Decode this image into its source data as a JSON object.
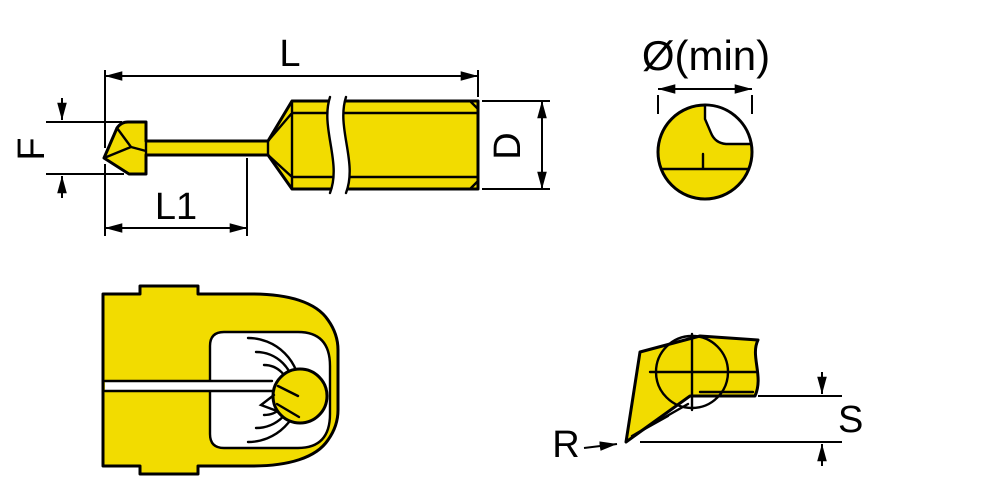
{
  "labels": {
    "overall_length": "L",
    "tip_height": "F",
    "reach_length": "L1",
    "shank_diameter": "D",
    "min_bore_diameter": "Ø(min)",
    "corner_radius": "R",
    "insert_height": "S"
  },
  "colors": {
    "tool_fill": "#F2DC00",
    "outline": "#000000",
    "background": "#FFFFFF"
  }
}
